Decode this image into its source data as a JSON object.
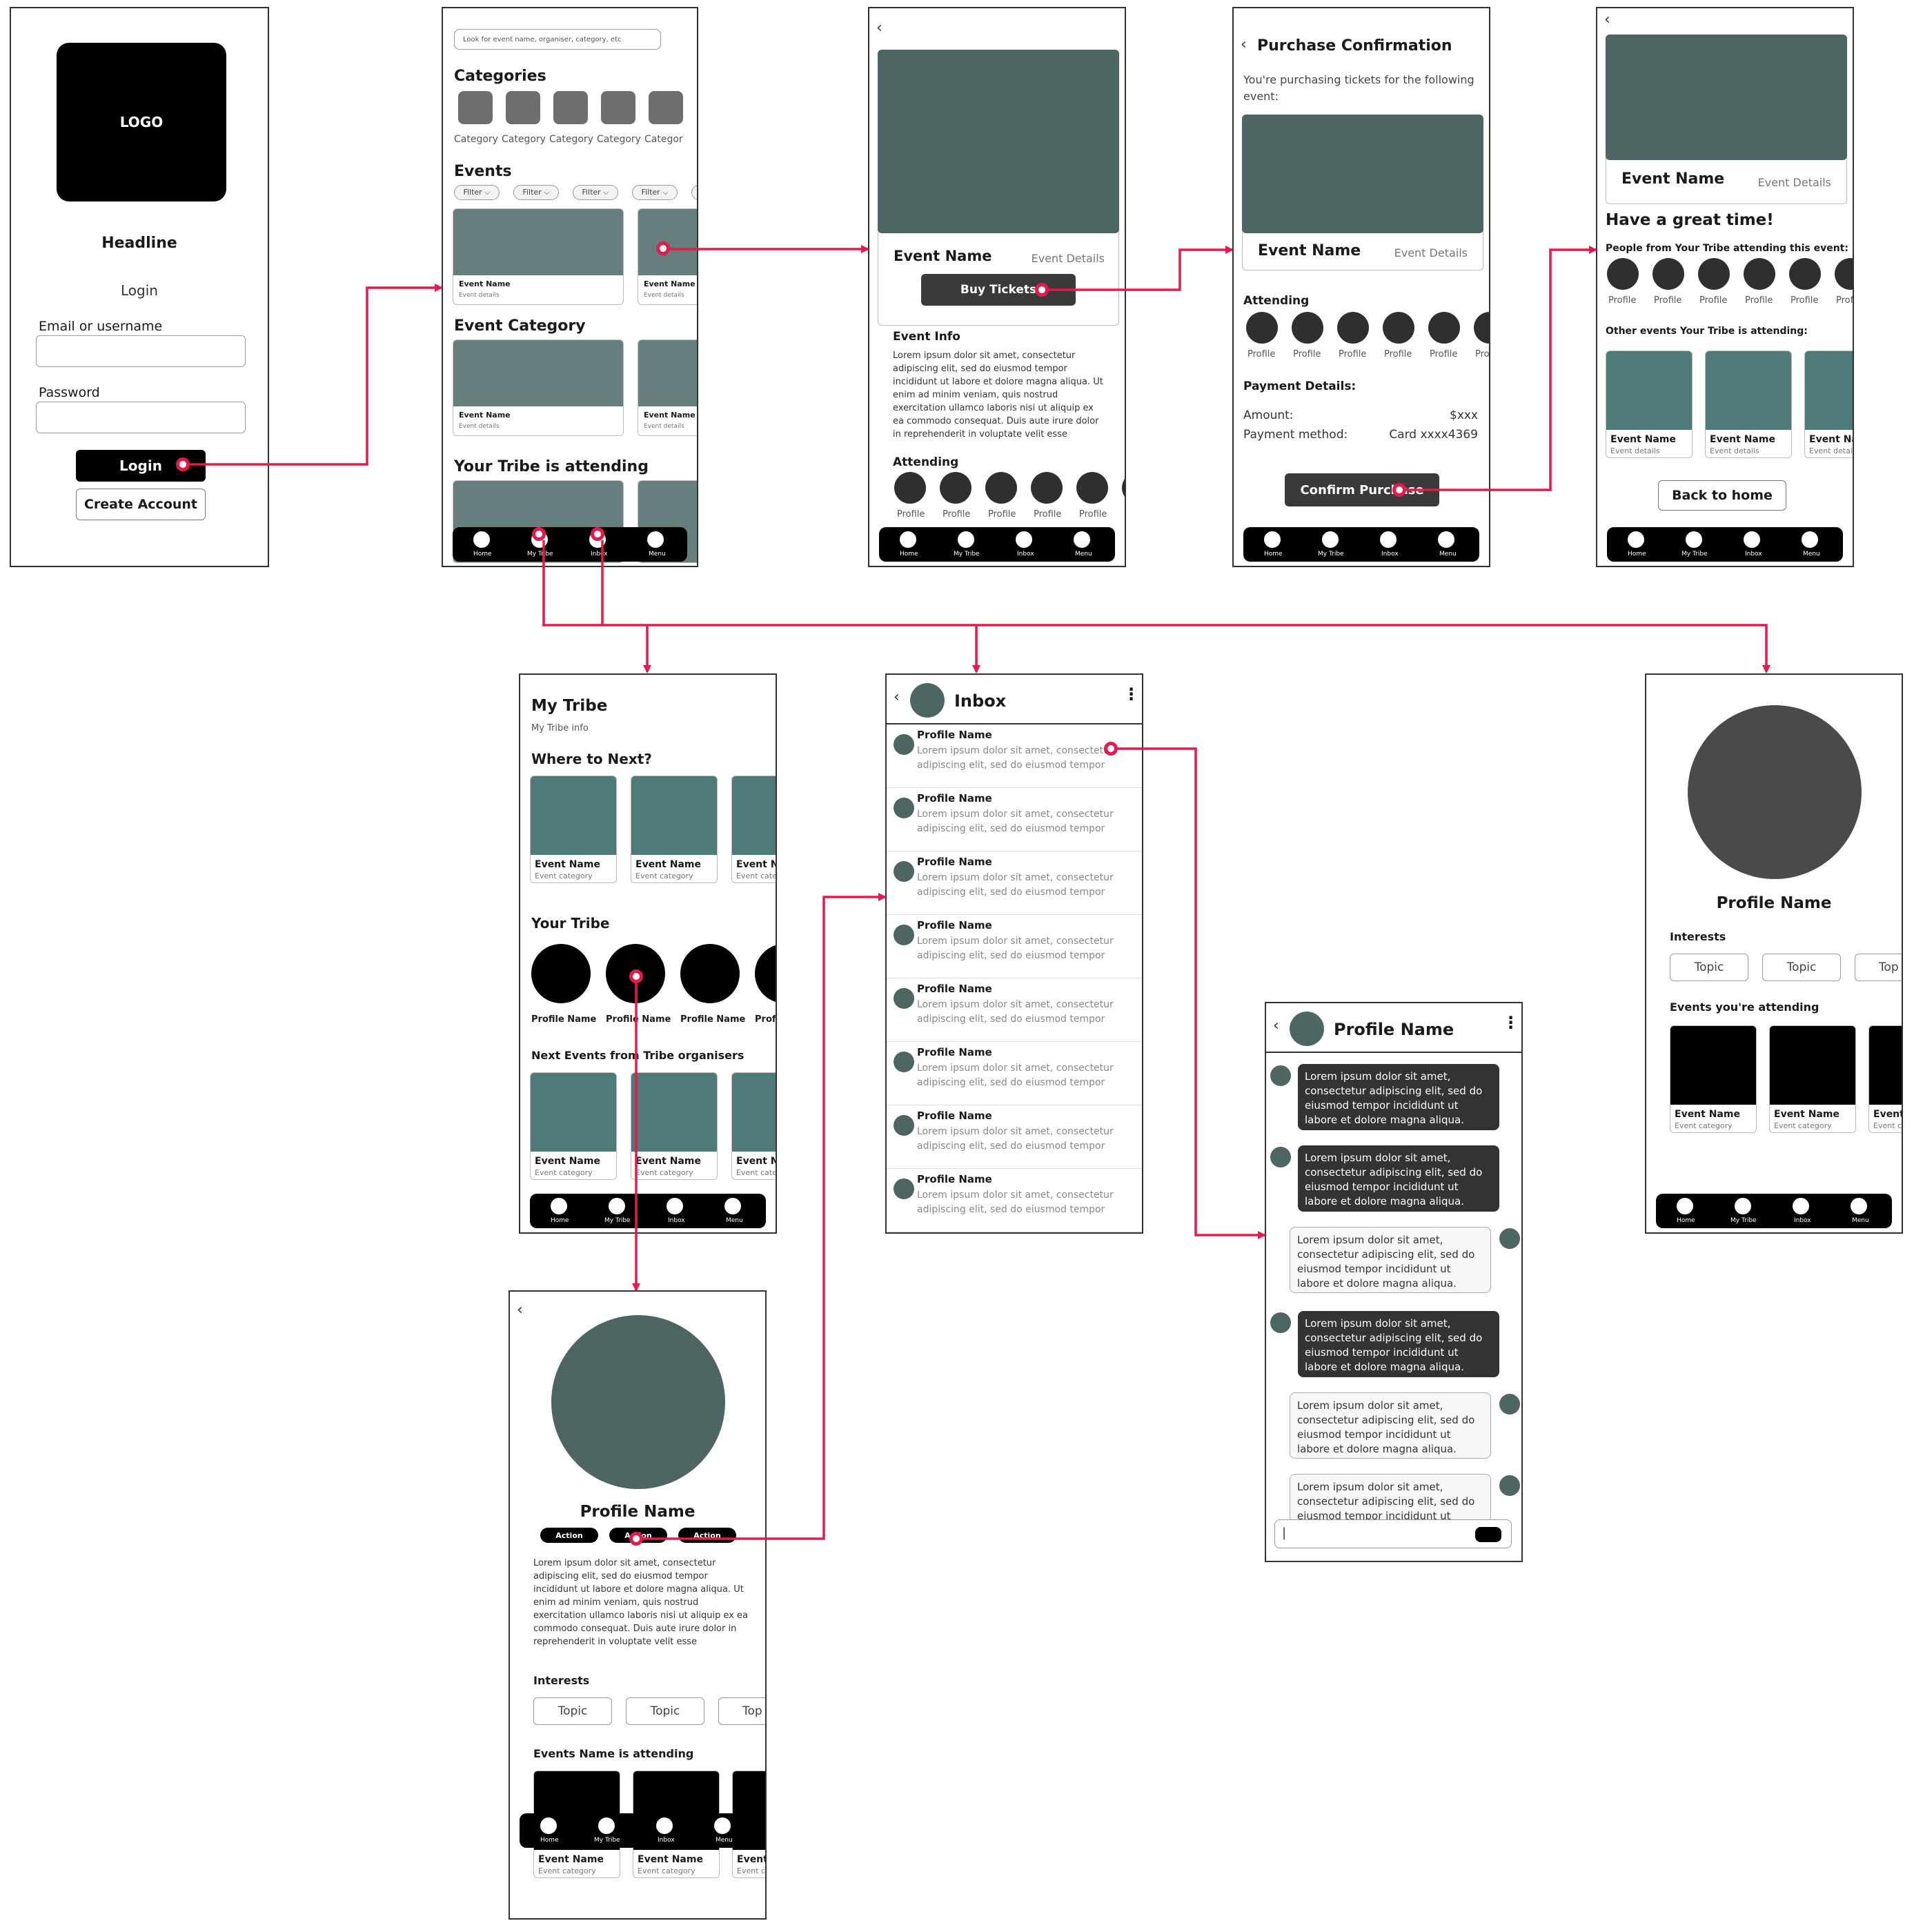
{
  "login": {
    "logo": "LOGO",
    "headline": "Headline",
    "subtitle": "Login",
    "email_label": "Email or username",
    "password_label": "Password",
    "login_button": "Login",
    "create_account_button": "Create Account"
  },
  "home": {
    "search_placeholder": "Look for event name, organiser, category, etc",
    "categories_title": "Categories",
    "category_label": "Category",
    "category_label_cut": "Categor",
    "events_title": "Events",
    "filter_label": "Filter ⌵",
    "event_name": "Event Name",
    "event_details": "Event details",
    "event_category_title": "Event Category",
    "tribe_attending_title": "Your Tribe is attending"
  },
  "nav": {
    "home": "Home",
    "my_tribe": "My Tribe",
    "inbox": "Inbox",
    "menu": "Menu"
  },
  "event": {
    "name": "Event Name",
    "details": "Event Details",
    "buy_button": "Buy Tickets",
    "info_title": "Event Info",
    "info_text": "Lorem ipsum dolor sit amet, consectetur adipiscing elit, sed do eiusmod tempor incididunt ut labore et dolore magna aliqua. Ut enim ad minim veniam, quis nostrud exercitation ullamco laboris nisi ut aliquip ex ea commodo consequat. Duis aute irure dolor in reprehenderit in voluptate velit esse",
    "attending_title": "Attending",
    "profile_label": "Profile",
    "profile_label_cut": "Pro"
  },
  "purchase": {
    "title": "Purchase Confirmation",
    "intro": "You're purchasing tickets for the following event:",
    "event_name": "Event Name",
    "event_details": "Event Details",
    "attending_title": "Attending",
    "payment_title": "Payment Details:",
    "amount_label": "Amount:",
    "amount_value": "$xxx",
    "method_label": "Payment method:",
    "method_value": "Card  xxxx4369",
    "confirm_button": "Confirm Purchase"
  },
  "success": {
    "event_name": "Event Name",
    "event_details": "Event Details",
    "headline": "Have a great time!",
    "people_title": "People from Your Tribe attending this event:",
    "other_title": "Other events Your Tribe is attending:",
    "card_name": "Event Name",
    "card_details": "Event details",
    "card_name_cut": "Event Na",
    "card_details_cut": "Event detail",
    "back_button": "Back to home",
    "profile_label": "Profile",
    "profile_label_cut": "Prof"
  },
  "tribe": {
    "title": "My Tribe",
    "subtitle": "My Tribe info",
    "where_next": "Where to Next?",
    "card_name": "Event Name",
    "card_category": "Event category",
    "card_name_cut": "Event N",
    "card_category_cut": "Event categ",
    "your_tribe": "Your Tribe",
    "profile_name": "Profile Name",
    "profile_name_cut": "Profi",
    "next_events": "Next Events from Tribe organisers"
  },
  "inbox": {
    "title": "Inbox",
    "messages": [
      {
        "name": "Profile Name",
        "text": "Lorem ipsum dolor sit amet, consectetur adipiscing elit, sed do eiusmod tempor"
      },
      {
        "name": "Profile Name",
        "text": "Lorem ipsum dolor sit amet, consectetur adipiscing elit, sed do eiusmod tempor"
      },
      {
        "name": "Profile Name",
        "text": "Lorem ipsum dolor sit amet, consectetur adipiscing elit, sed do eiusmod tempor"
      },
      {
        "name": "Profile Name",
        "text": "Lorem ipsum dolor sit amet, consectetur adipiscing elit, sed do eiusmod tempor"
      },
      {
        "name": "Profile Name",
        "text": "Lorem ipsum dolor sit amet, consectetur adipiscing elit, sed do eiusmod tempor"
      },
      {
        "name": "Profile Name",
        "text": "Lorem ipsum dolor sit amet, consectetur adipiscing elit, sed do eiusmod tempor"
      },
      {
        "name": "Profile Name",
        "text": "Lorem ipsum dolor sit amet, consectetur adipiscing elit, sed do eiusmod tempor"
      },
      {
        "name": "Profile Name",
        "text": "Lorem ipsum dolor sit amet, consectetur adipiscing elit, sed do eiusmod tempor"
      }
    ]
  },
  "chat": {
    "title": "Profile Name",
    "bubble_text": "Lorem ipsum dolor sit amet, consectetur adipiscing elit, sed do eiusmod tempor incididunt ut labore et dolore magna aliqua.",
    "input_cursor": "|"
  },
  "myprofile": {
    "name": "Profile Name",
    "interests_title": "Interests",
    "topic": "Topic",
    "topic_cut": "Top",
    "events_title": "Events you're attending",
    "card_name": "Event Name",
    "card_category": "Event category",
    "card_name_cut": "Event",
    "card_category_cut": "Event c"
  },
  "otherprofile": {
    "name": "Profile Name",
    "action": "Action",
    "bio": "Lorem ipsum dolor sit amet, consectetur adipiscing elit, sed do eiusmod tempor incididunt ut labore et dolore magna aliqua. Ut enim ad minim veniam, quis nostrud exercitation ullamco laboris nisi ut aliquip ex ea commodo consequat. Duis aute irure dolor in reprehenderit in voluptate velit esse",
    "interests_title": "Interests",
    "topic": "Topic",
    "topic_cut": "Top",
    "events_title": "Events Name is attending",
    "card_name": "Event Name",
    "card_category": "Event category",
    "card_name_cut": "Event",
    "card_category_cut": "Event c"
  },
  "colors": {
    "link": "#e6194b",
    "hero": "#4d6563",
    "card_image": "#4f7a7a",
    "dark_button": "#3a3a3a"
  }
}
